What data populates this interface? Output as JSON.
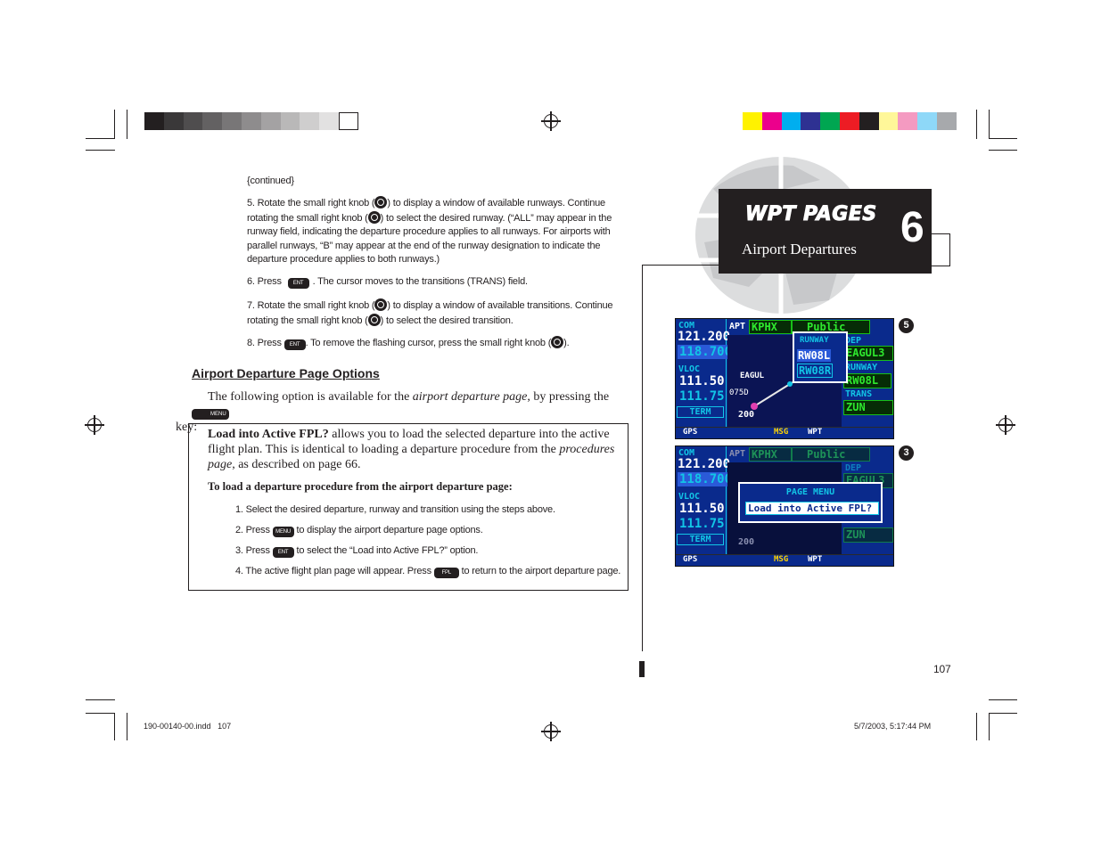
{
  "colors": {
    "grayscale_bar": [
      "#231f20",
      "#3a3839",
      "#4f4d4e",
      "#636162",
      "#787677",
      "#8e8c8d",
      "#a4a2a3",
      "#b9b8b8",
      "#cfcece",
      "#e2e1e1",
      "#ffffff"
    ],
    "color_bar": [
      "#fff200",
      "#ec008c",
      "#00aeef",
      "#2e3192",
      "#00a651",
      "#ed1c24",
      "#231f20",
      "#fff799",
      "#f49ac1",
      "#8ed8f8",
      "#a7a9ac"
    ],
    "tab_bg": "#231f20",
    "screen_bg": "#0a2a8c",
    "screen_cyan": "#12c5e6",
    "screen_green": "#2ee82e"
  },
  "tab": {
    "title": "WPT PAGES",
    "subtitle": "Airport Departures",
    "chapter": "6"
  },
  "body": {
    "continued": "{continued}",
    "step5": [
      "5. Rotate the small right knob (",
      ") to display a window of available runways.  Continue rotating the small right knob (",
      ") to select the desired runway.  (“ALL” may appear in the runway field, indicating the departure procedure applies to all runways.  For airports with parallel runways, “B” may appear at the end of the runway designation to indicate the departure procedure applies to both runways.)"
    ],
    "step6": [
      "6. Press ",
      ".  The cursor moves to the transitions (TRANS) field."
    ],
    "step7": [
      "7. Rotate the small right knob (",
      ") to display a window of available transitions.  Continue rotating the small right knob (",
      ") to select the desired transition."
    ],
    "step8": [
      "8. Press ",
      ".  To remove the flashing cursor, press the small right knob (",
      ")."
    ],
    "section_heading": "Airport Departure Page Options",
    "intro": [
      "The following option is available for the ",
      "airport departure page",
      ", by pressing the ",
      " key:"
    ],
    "box_lead_bold": "Load into Active FPL?",
    "box_lead_rest": [
      " allows you to load the selected departure into the active flight plan.  This is identical to loading a departure procedure from the ",
      "procedures page",
      ", as described on page 66."
    ],
    "box_subheading": "To load a departure procedure from the airport departure page:",
    "box_step1": "1. Select the desired departure, runway and transition using the steps above.",
    "box_step2": [
      "2. Press ",
      " to display the airport departure page options."
    ],
    "box_step3": [
      "3. Press ",
      " to select the “Load into Active FPL?” option."
    ],
    "box_step4": [
      "4. The active flight plan page will appear.  Press ",
      " to return to the airport departure page."
    ]
  },
  "keys": {
    "ent": "ENT",
    "menu": "MENU",
    "fpl": "FPL",
    "knob": "small-right-knob-icon"
  },
  "callouts": {
    "screen1": "5",
    "screen2": "3"
  },
  "screen1": {
    "com_label": "COM",
    "com_active": "121.200",
    "com_standby": "118.700",
    "vloc_label": "VLOC",
    "vloc_active": "111.50",
    "vloc_standby": "111.75",
    "term": "TERM",
    "apt_label": "APT",
    "apt_ident": "KPHX",
    "apt_type": "Public",
    "dep_label": "DEP",
    "dep_value": "EAGUL3",
    "runway_label": "RUNWAY",
    "runway_value": "RW08L",
    "trans_label": "TRANS",
    "trans_value": "ZUN",
    "popup_title": "RUNWAY",
    "popup_items": [
      "RW08L",
      "RW08R"
    ],
    "map_waypoint": "EAGUL",
    "map_course": "075D",
    "map_range": "200",
    "bar_gps": "GPS",
    "bar_msg": "MSG",
    "bar_wpt": "WPT"
  },
  "screen2": {
    "com_label": "COM",
    "com_active": "121.200",
    "com_standby": "118.700",
    "vloc_label": "VLOC",
    "vloc_active": "111.50",
    "vloc_standby": "111.75",
    "term": "TERM",
    "apt_label": "APT",
    "apt_ident": "KPHX",
    "apt_type": "Public",
    "dep_label": "DEP",
    "dep_value": "EAGUL3",
    "trans_value": "ZUN",
    "popup_title": "PAGE MENU",
    "popup_item": "Load into Active FPL?",
    "map_range": "200",
    "bar_gps": "GPS",
    "bar_msg": "MSG",
    "bar_wpt": "WPT"
  },
  "footer": {
    "page_number": "107",
    "file": "190-00140-00.indd   107",
    "timestamp": "5/7/2003, 5:17:44 PM"
  }
}
